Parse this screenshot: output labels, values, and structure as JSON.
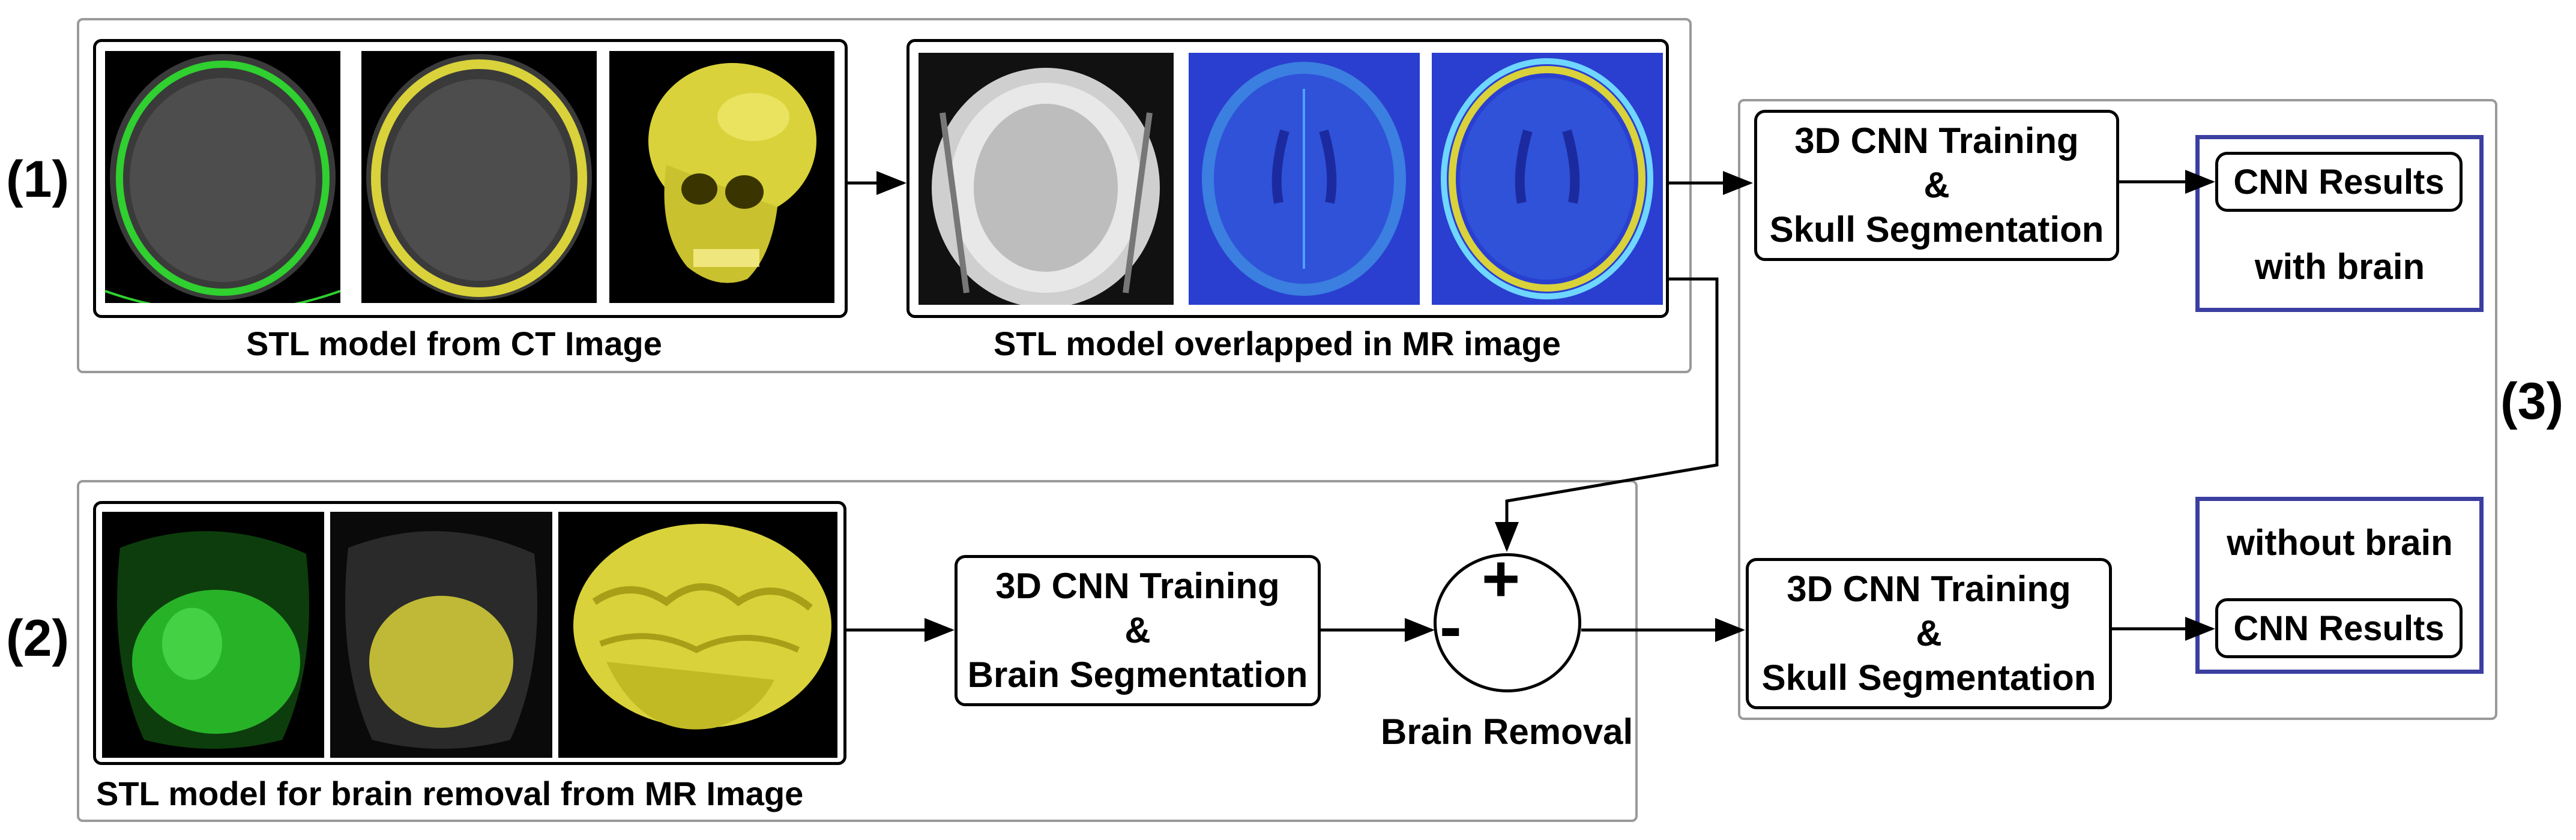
{
  "row_labels": {
    "row1": "(1)",
    "row2": "(2)",
    "row3": "(3)"
  },
  "captions": {
    "ct": "STL model from CT Image",
    "mr_overlap": "STL model overlapped in MR image",
    "brain_removal_model": "STL model for brain removal from MR Image",
    "brain_removal": "Brain Removal"
  },
  "process": {
    "skull_train_top": "3D CNN Training\n&\nSkull Segmentation",
    "brain_train": "3D CNN Training\n&\nBrain Segmentation",
    "skull_train_bottom": "3D CNN Training\n&\nSkull Segmentation"
  },
  "results": {
    "top_box": "CNN Results",
    "top_note": "with brain",
    "bottom_note": "without brain",
    "bottom_box": "CNN Results"
  },
  "operator": {
    "plus": "+",
    "minus": "-"
  },
  "colors": {
    "frame": "#9a9a9a",
    "result_frame": "#3b3fa0",
    "green": "#2fd02f",
    "yellow": "#d9d23a",
    "mr_blue": "#2a3fcf"
  }
}
